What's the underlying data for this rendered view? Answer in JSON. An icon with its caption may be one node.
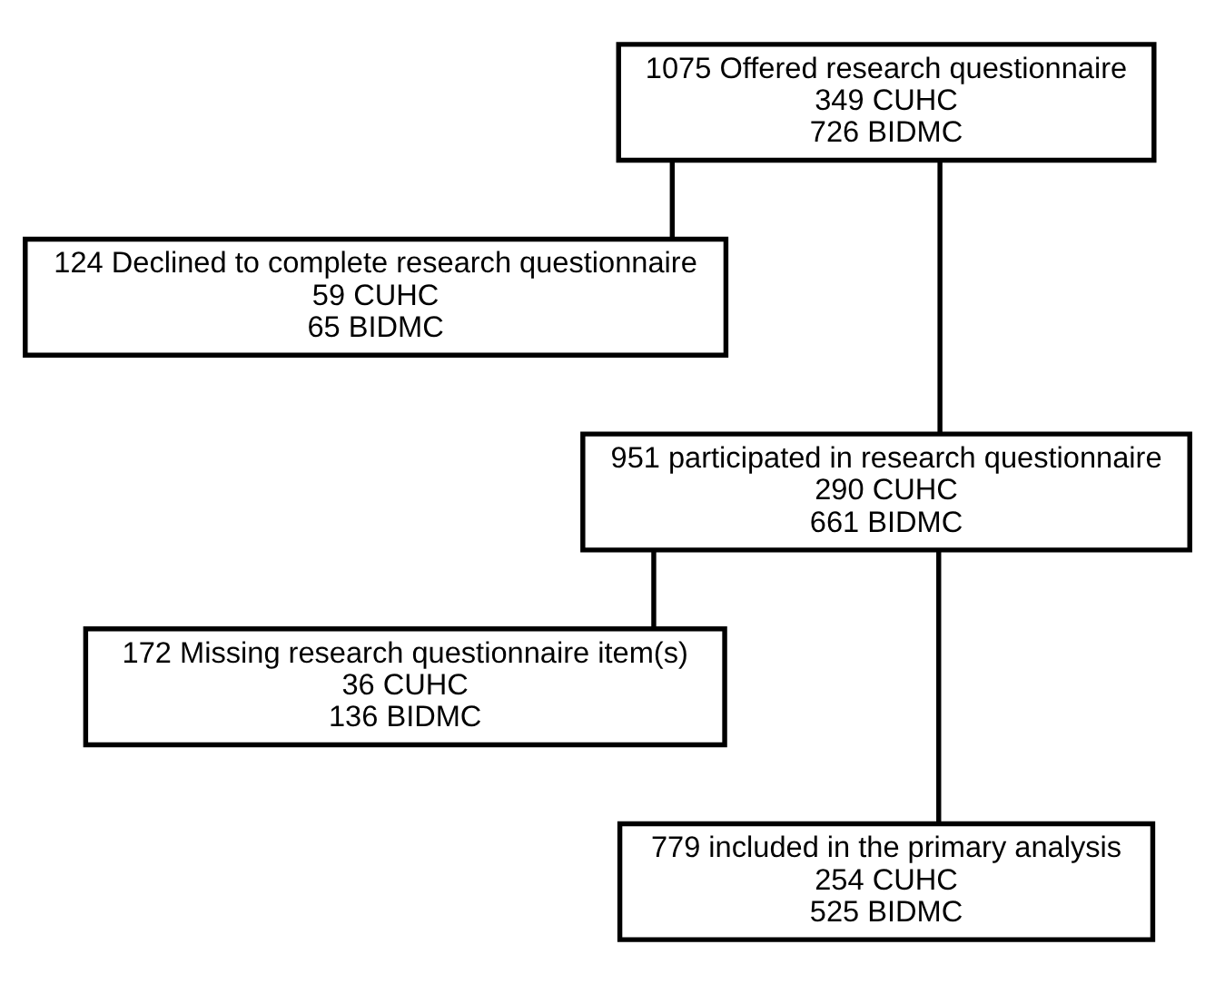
{
  "diagram": {
    "nodes": [
      {
        "text": [
          "1075 Offered research questionnaire",
          "349 CUHC",
          "726 BIDMC"
        ]
      },
      {
        "text": [
          "124 Declined to complete research questionnaire",
          "59 CUHC",
          "65 BIDMC"
        ]
      },
      {
        "text": [
          "951 participated in research questionnaire",
          "290 CUHC",
          "661 BIDMC"
        ]
      },
      {
        "text": [
          "172 Missing research questionnaire item(s)",
          "36 CUHC",
          "136 BIDMC"
        ]
      },
      {
        "text": [
          "779 included in the primary analysis",
          "254 CUHC",
          "525 BIDMC"
        ]
      }
    ],
    "edges": [
      {
        "from": 0,
        "to": 1,
        "arrow": "none"
      },
      {
        "from": 0,
        "to": 2,
        "arrow": "none"
      },
      {
        "from": 2,
        "to": 3,
        "arrow": "none"
      },
      {
        "from": 2,
        "to": 4,
        "arrow": "none"
      }
    ]
  }
}
